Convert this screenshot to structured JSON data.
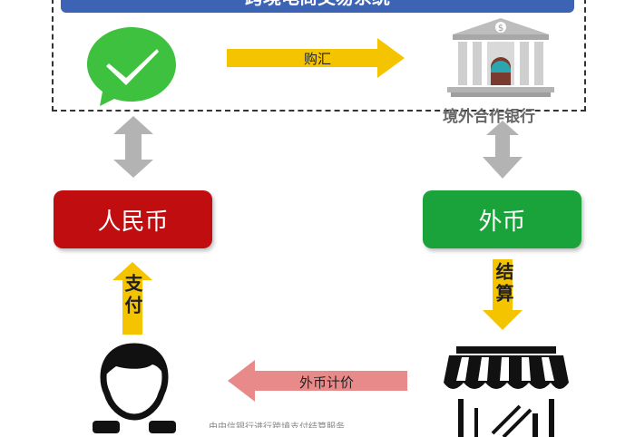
{
  "header": {
    "title": "跨境电商交易系统"
  },
  "labels": {
    "bank": "境外合作银行",
    "purchase": "购汇",
    "rmb": "人民币",
    "foreign": "外币",
    "pay": "支付",
    "settle": "结算",
    "pricing": "外币计价"
  },
  "colors": {
    "header_blue": "#3c63b4",
    "rmb_red": "#c00d10",
    "foreign_green": "#1aa33a",
    "arrow_yellow": "#f5c400",
    "arrow_pink": "#e88a8a",
    "arrow_gray": "#b3b3b3"
  },
  "footnote": "由中信银行进行跨境支付结算服务"
}
